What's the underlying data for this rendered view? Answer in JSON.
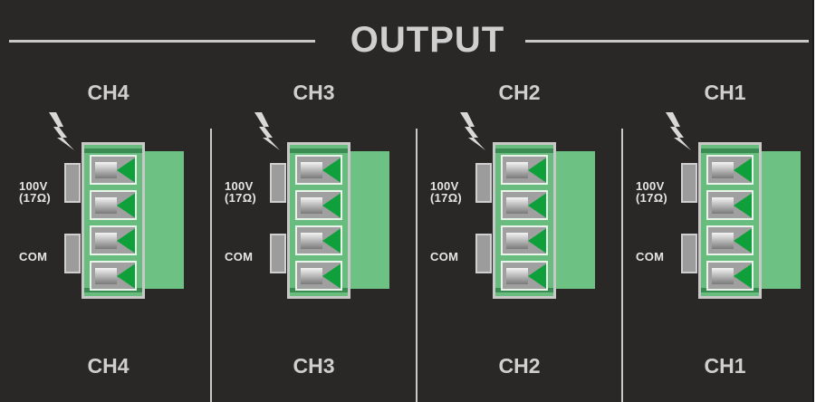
{
  "panel": {
    "title": "OUTPUT",
    "colors": {
      "background": "#2a2827",
      "text": "#cfcfcf",
      "line": "#c8c8c8",
      "connector_green": "#67bc7e",
      "terminal_green": "#0fa03c"
    }
  },
  "channels": [
    {
      "top_label": "CH4",
      "bottom_label": "CH4",
      "voltage_label": "100V",
      "impedance_label": "(17Ω)",
      "com_label": "COM",
      "icon": "lightning-bolt-icon"
    },
    {
      "top_label": "CH3",
      "bottom_label": "CH3",
      "voltage_label": "100V",
      "impedance_label": "(17Ω)",
      "com_label": "COM",
      "icon": "lightning-bolt-icon"
    },
    {
      "top_label": "CH2",
      "bottom_label": "CH2",
      "voltage_label": "100V",
      "impedance_label": "(17Ω)",
      "com_label": "COM",
      "icon": "lightning-bolt-icon"
    },
    {
      "top_label": "CH1",
      "bottom_label": "CH1",
      "voltage_label": "100V",
      "impedance_label": "(17Ω)",
      "com_label": "COM",
      "icon": "lightning-bolt-icon"
    }
  ]
}
